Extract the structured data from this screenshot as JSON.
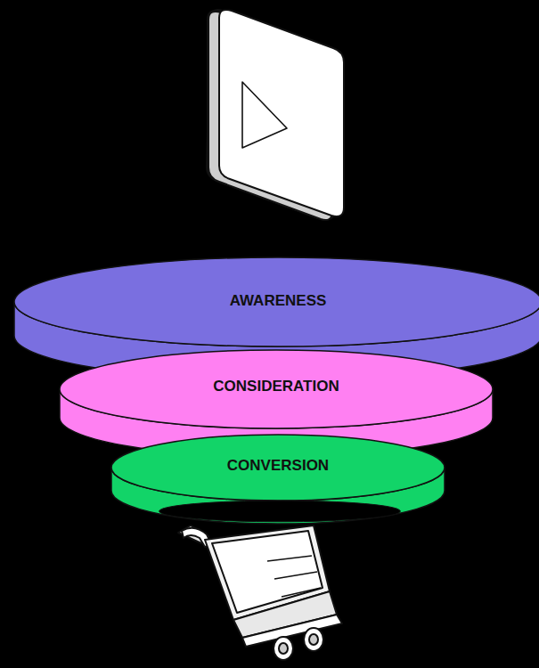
{
  "diagram": {
    "nodes": [
      {
        "text": [
          "AWARENESS"
        ]
      },
      {
        "text": [
          "CONSIDERATION"
        ]
      },
      {
        "text": [
          "CONVERSION"
        ]
      }
    ]
  }
}
